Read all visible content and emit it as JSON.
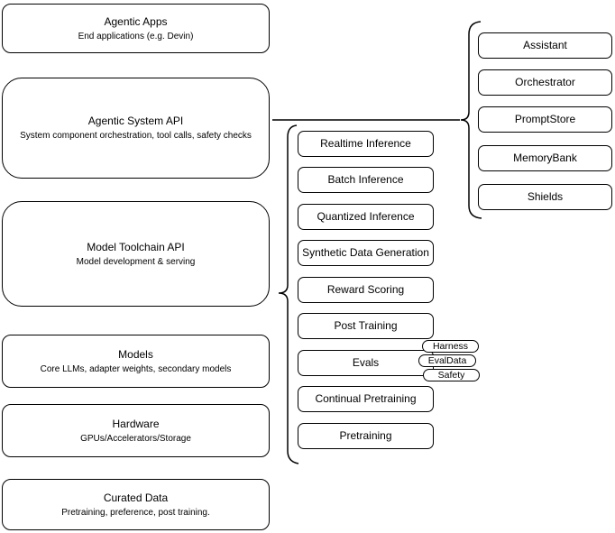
{
  "diagram": {
    "left_stack": [
      {
        "title": "Agentic Apps",
        "subtitle": "End applications (e.g. Devin)"
      },
      {
        "title": "Agentic System API",
        "subtitle": "System component orchestration, tool calls, safety checks"
      },
      {
        "title": "Model Toolchain API",
        "subtitle": "Model development & serving"
      },
      {
        "title": "Models",
        "subtitle": "Core LLMs, adapter weights, secondary models"
      },
      {
        "title": "Hardware",
        "subtitle": "GPUs/Accelerators/Storage"
      },
      {
        "title": "Curated Data",
        "subtitle": "Pretraining, preference, post training."
      }
    ],
    "toolchain_items": [
      "Realtime Inference",
      "Batch Inference",
      "Quantized Inference",
      "Synthetic Data Generation",
      "Reward Scoring",
      "Post Training",
      "Evals",
      "Continual Pretraining",
      "Pretraining"
    ],
    "evals_tags": [
      "Harness",
      "EvalData",
      "Safety"
    ],
    "system_components": [
      "Assistant",
      "Orchestrator",
      "PromptStore",
      "MemoryBank",
      "Shields"
    ],
    "colors": {
      "line": "#000000",
      "fill": "#ffffff",
      "text": "#000000"
    }
  }
}
